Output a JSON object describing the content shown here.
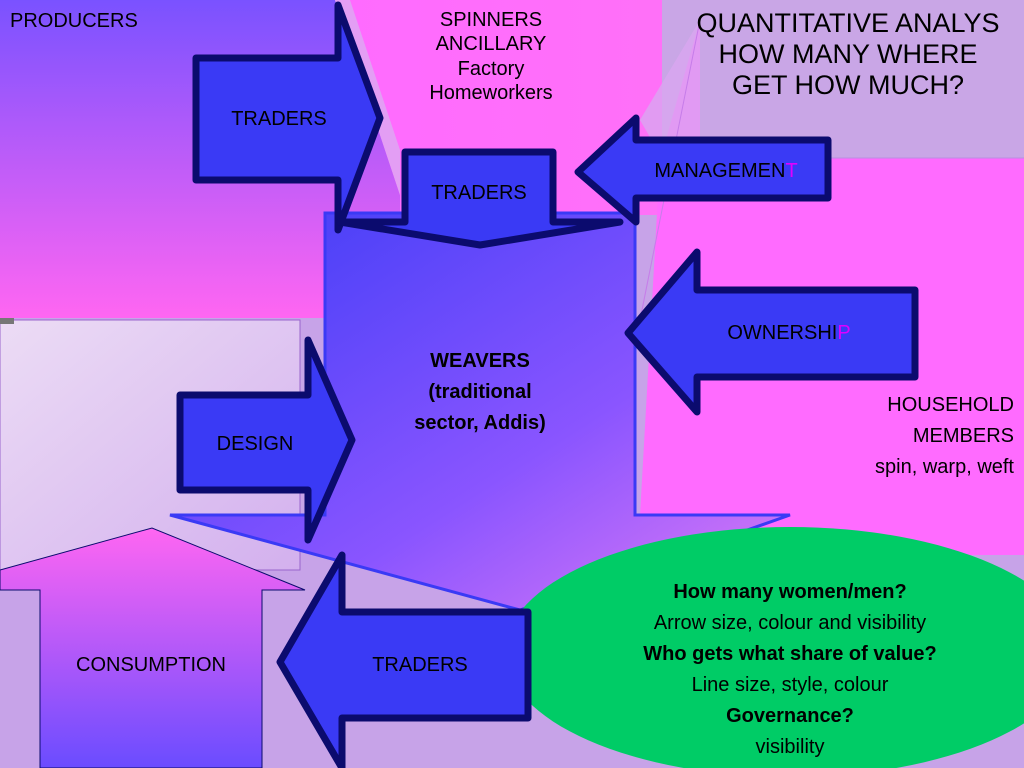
{
  "title": {
    "line1": "QUANTITATIVE ANALYS",
    "line2": "HOW MANY WHERE",
    "line3": "GET HOW MUCH?"
  },
  "producers": "PRODUCERS",
  "spinners": {
    "line1": "SPINNERS",
    "line2": "ANCILLARY",
    "line3": "Factory",
    "line4": "Homeworkers"
  },
  "traders_top": "TRADERS",
  "traders_mid": "TRADERS",
  "traders_bottom": "TRADERS",
  "management": {
    "main": "MANAGEMEN",
    "last": "T"
  },
  "ownership": {
    "main": "OWNERSHI",
    "last": "P"
  },
  "weavers": {
    "line1": "WEAVERS",
    "line2": "(traditional",
    "line3": "sector, Addis)"
  },
  "household": {
    "line1": "HOUSEHOLD",
    "line2": "MEMBERS",
    "line3": "spin, warp, weft"
  },
  "design": "DESIGN",
  "consumption": "CONSUMPTION",
  "questions": {
    "q1": "How many women/men?",
    "a1": "Arrow size, colour and visibility",
    "q2": "Who gets what share of value?",
    "a2": "Line size, style, colour",
    "q3": "Governance?",
    "a3": "visibility"
  },
  "colors": {
    "arrow_fill": "#3a3af5",
    "arrow_stroke": "#0b0b6e",
    "magenta": "#ff6bff",
    "lavender": "#c7a3e8",
    "ellipse": "#00cc66"
  }
}
